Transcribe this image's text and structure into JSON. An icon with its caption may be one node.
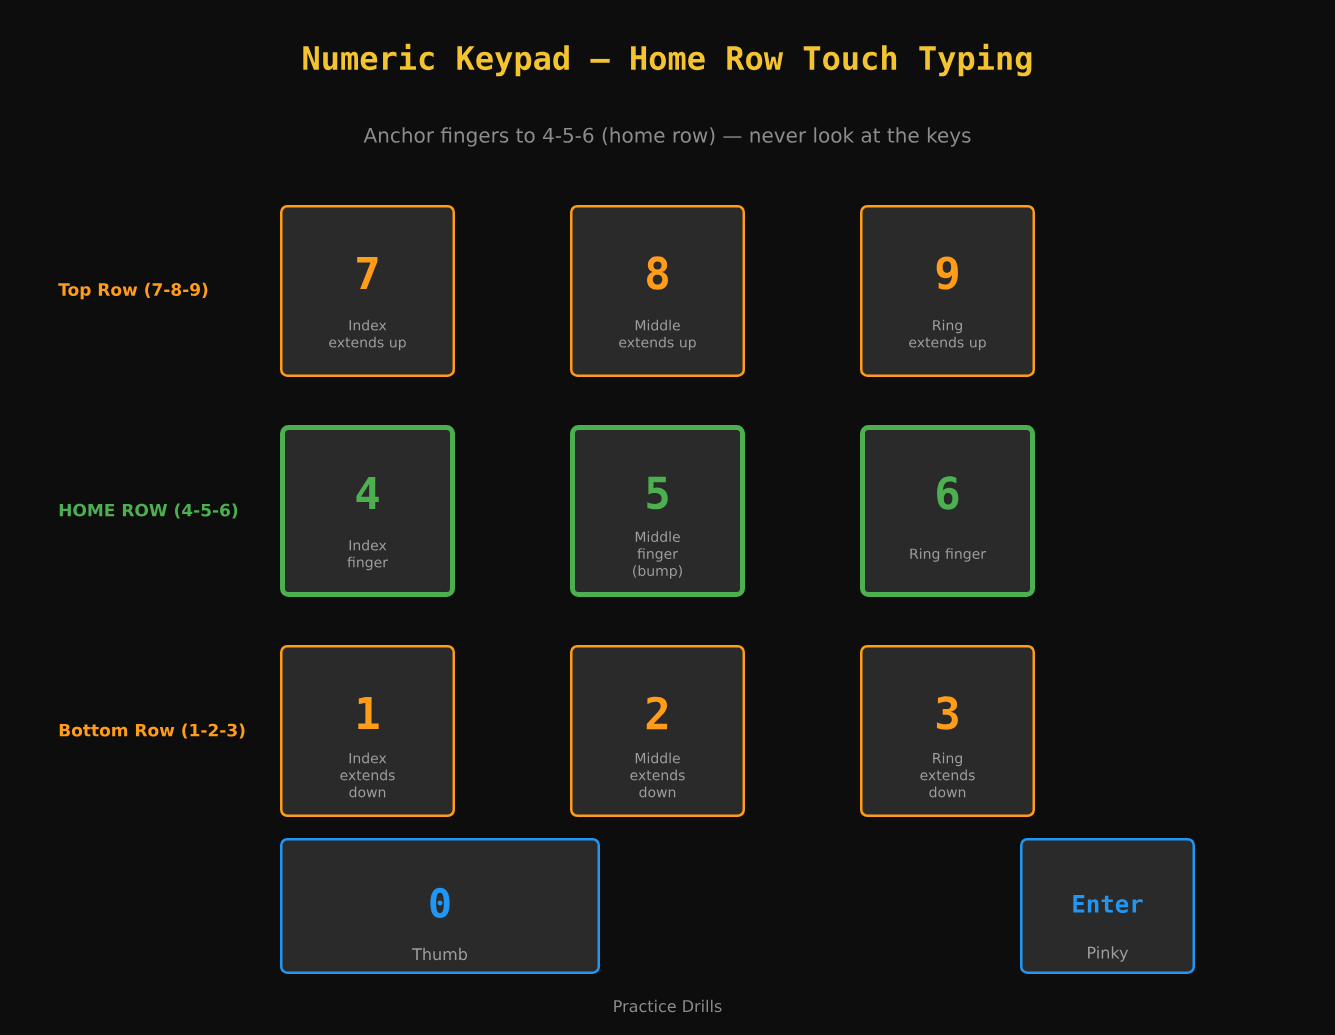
{
  "diagram": {
    "title": "Numeric Keypad — Home Row Touch Typing",
    "nodes": [
      {
        "text": [
          "7",
          "Index extends up"
        ]
      },
      {
        "text": [
          "8",
          "Middle extends up"
        ]
      },
      {
        "text": [
          "9",
          "Ring extends up"
        ]
      },
      {
        "text": [
          "4",
          "Index finger"
        ]
      },
      {
        "text": [
          "5",
          "Middle finger (bump)"
        ]
      },
      {
        "text": [
          "6",
          "Ring finger"
        ]
      },
      {
        "text": [
          "1",
          "Index extends down"
        ]
      },
      {
        "text": [
          "2",
          "Middle extends down"
        ]
      },
      {
        "text": [
          "3",
          "Ring extends down"
        ]
      },
      {
        "text": [
          "0",
          "Thumb"
        ]
      },
      {
        "text": [
          "Enter",
          "Pinky"
        ]
      }
    ],
    "labels": [
      "Anchor fingers to 4-5-6 (home row) — never look at the keys",
      "Top Row (7-8-9)",
      "HOME ROW (4-5-6)",
      "Bottom Row (1-2-3)",
      "Practice Drills"
    ]
  }
}
